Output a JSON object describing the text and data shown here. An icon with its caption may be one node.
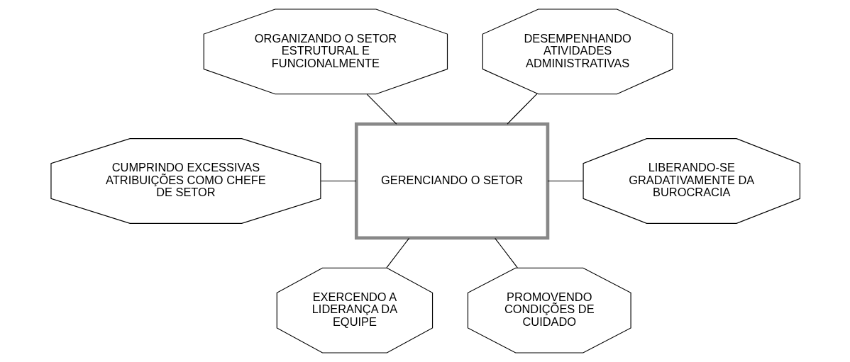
{
  "diagram": {
    "nodes": [
      {
        "text": [
          "GERENCIANDO O SETOR"
        ]
      },
      {
        "text": [
          "ORGANIZANDO O SETOR ESTRUTURAL E FUNCIONALMENTE"
        ]
      },
      {
        "text": [
          "DESEMPENHANDO ATIVIDADES ADMINISTRATIVAS"
        ]
      },
      {
        "text": [
          "CUMPRINDO EXCESSIVAS ATRIBUIÇÕES COMO CHEFE DE SETOR"
        ]
      },
      {
        "text": [
          "LIBERANDO-SE GRADATIVAMENTE DA BUROCRACIA"
        ]
      },
      {
        "text": [
          "EXERCENDO A LIDERANÇA DA EQUIPE"
        ]
      },
      {
        "text": [
          "PROMOVENDO CONDIÇÕES DE CUIDADO"
        ]
      }
    ],
    "edges": [
      {
        "from": 1,
        "to": 0,
        "arrow": "none"
      },
      {
        "from": 2,
        "to": 0,
        "arrow": "none"
      },
      {
        "from": 3,
        "to": 0,
        "arrow": "none"
      },
      {
        "from": 0,
        "to": 4,
        "arrow": "none"
      },
      {
        "from": 0,
        "to": 5,
        "arrow": "none"
      },
      {
        "from": 0,
        "to": 6,
        "arrow": "none"
      }
    ]
  }
}
